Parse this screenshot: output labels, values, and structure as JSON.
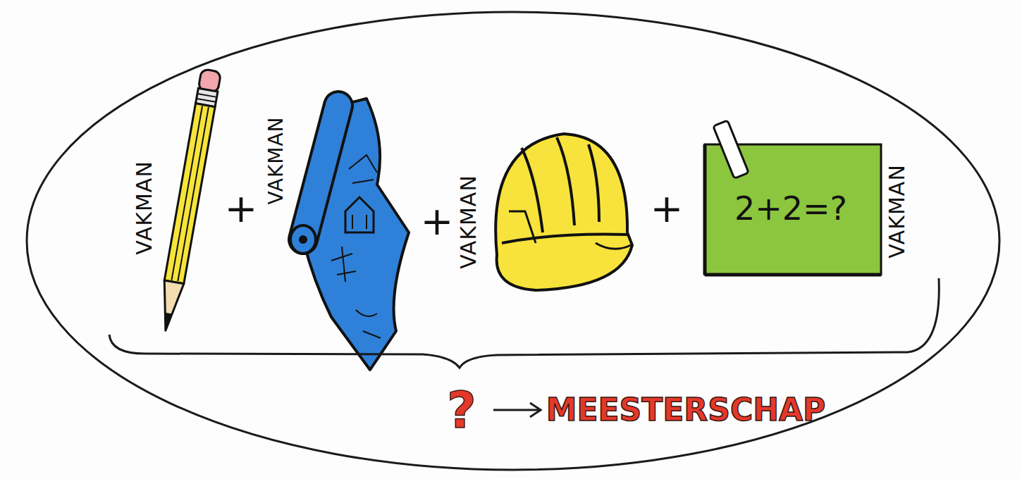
{
  "diagram": {
    "labels": [
      "VAKMAN",
      "+",
      "VAKMAN",
      "+",
      "VAKMAN",
      "+",
      "2+2=?",
      "VAKMAN",
      "?",
      "MEESTERSCHAP"
    ]
  }
}
